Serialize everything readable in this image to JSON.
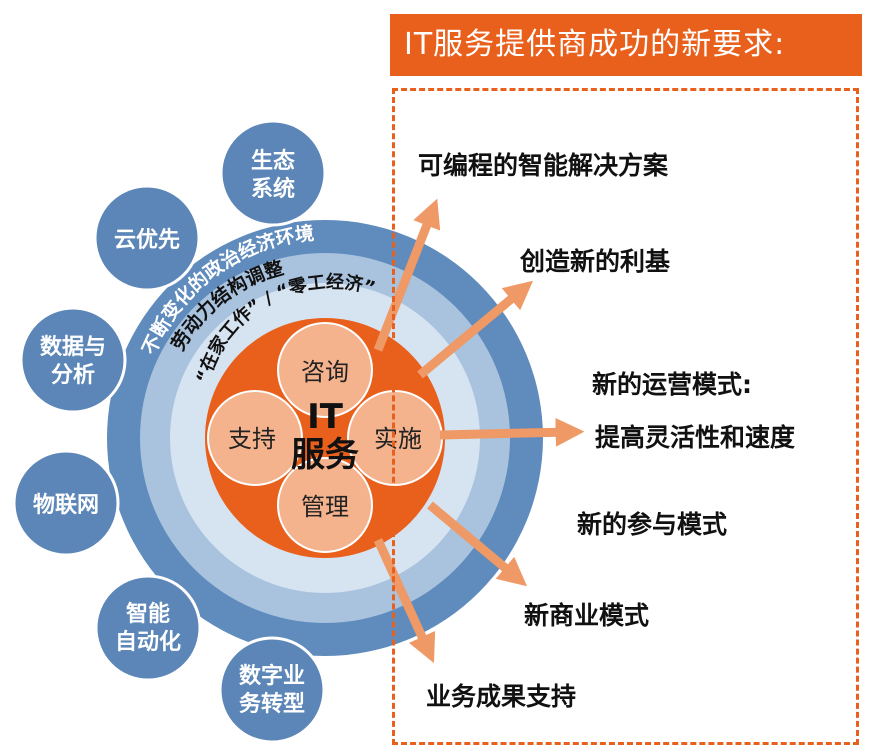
{
  "header": {
    "title": "IT服务提供商成功的新要求:"
  },
  "rings": {
    "outer": "不断变化的政治经济环境",
    "middle": "劳动力结构调整",
    "inner": "“在家工作” / “零工经济”"
  },
  "center": {
    "title_line1": "IT",
    "title_line2": "服务",
    "petals": {
      "top": "咨询",
      "left": "支持",
      "right": "实施",
      "bottom": "管理"
    }
  },
  "drivers": [
    {
      "line1": "生态",
      "line2": "系统"
    },
    {
      "line1": "云优先",
      "line2": ""
    },
    {
      "line1": "数据与",
      "line2": "分析"
    },
    {
      "line1": "物联网",
      "line2": ""
    },
    {
      "line1": "智能",
      "line2": "自动化"
    },
    {
      "line1": "数字业",
      "line2": "务转型"
    }
  ],
  "requirements": [
    "可编程的智能解决方案",
    "创造新的利基",
    "新的运营模式:",
    "提高灵活性和速度",
    "新的参与模式",
    "新商业模式",
    "业务成果支持"
  ],
  "colors": {
    "accent": "#e8601c",
    "driver_blue": "#5b86b7",
    "ring_outer": "#5f8bbd",
    "ring_mid": "#a9c2de",
    "ring_inner": "#d6e3f1",
    "core": "#e8601c",
    "petal": "#f4b28d",
    "arrow": "#ee9966"
  }
}
